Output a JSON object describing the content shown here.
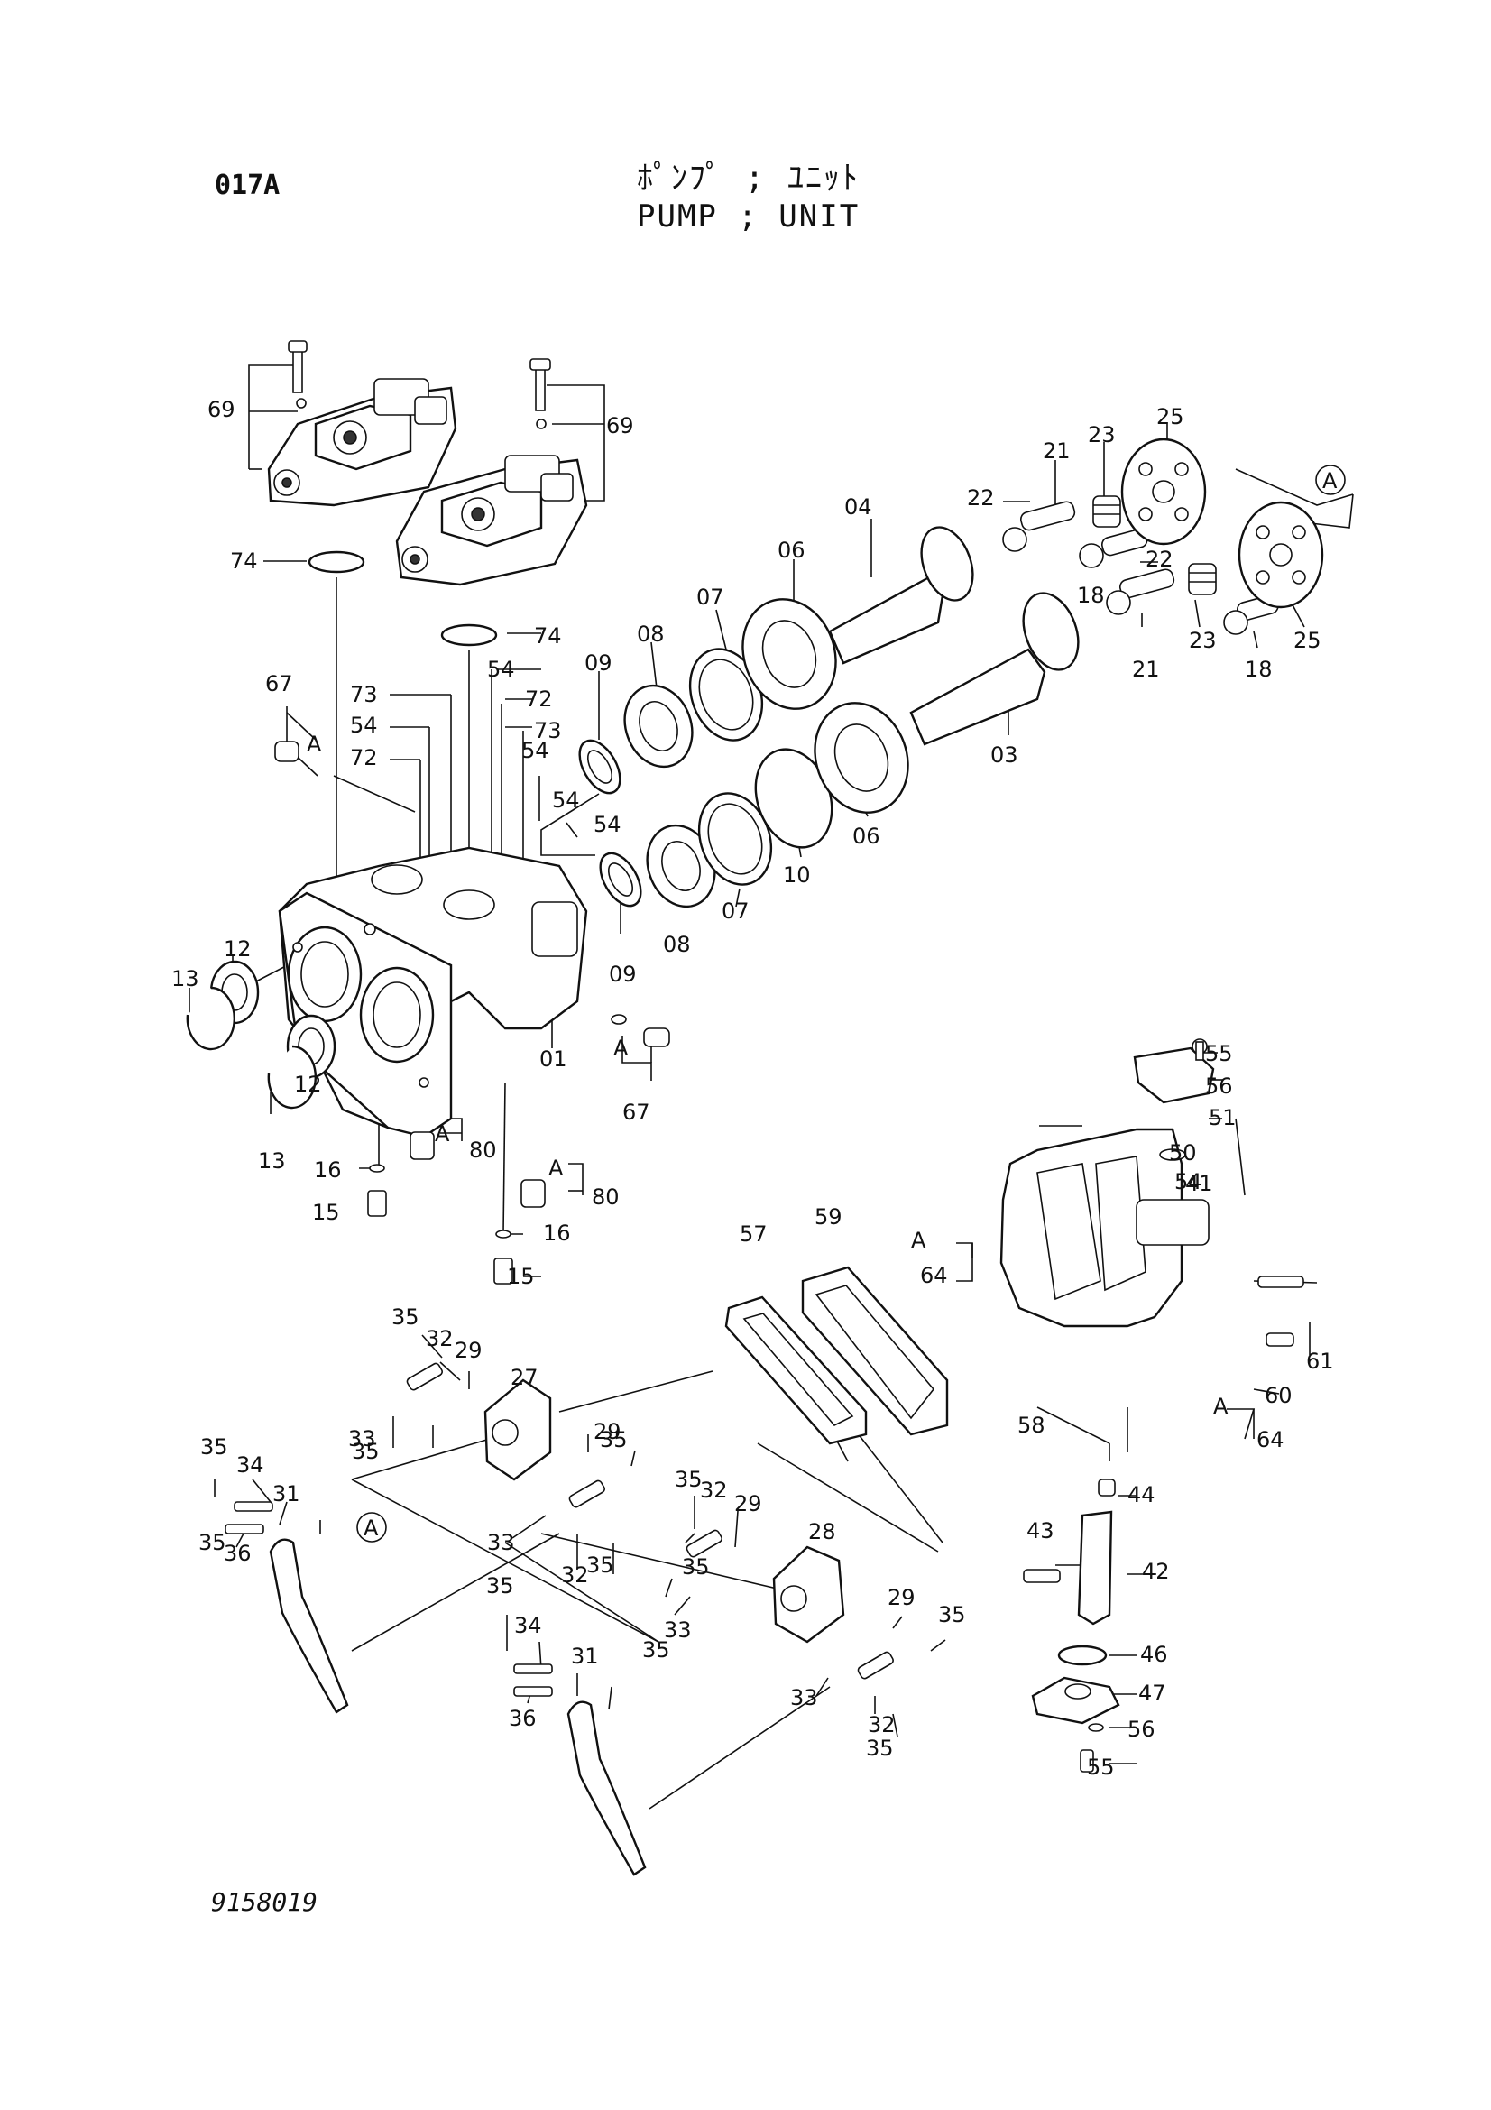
{
  "header": {
    "page_code": "017A",
    "title_jp": "ﾎﾟﾝﾌﾟ ; ﾕﾆｯﾄ",
    "title_en": "PUMP ; UNIT"
  },
  "footer": {
    "drawing_number": "9158019"
  },
  "ref_marker": "A",
  "callouts": [
    {
      "no": "69"
    },
    {
      "no": "69"
    },
    {
      "no": "74"
    },
    {
      "no": "74"
    },
    {
      "no": "67"
    },
    {
      "no": "67"
    },
    {
      "no": "73"
    },
    {
      "no": "73"
    },
    {
      "no": "72"
    },
    {
      "no": "72"
    },
    {
      "no": "54"
    },
    {
      "no": "54"
    },
    {
      "no": "54"
    },
    {
      "no": "54"
    },
    {
      "no": "54"
    },
    {
      "no": "54"
    },
    {
      "no": "04"
    },
    {
      "no": "03"
    },
    {
      "no": "06"
    },
    {
      "no": "06"
    },
    {
      "no": "07"
    },
    {
      "no": "07"
    },
    {
      "no": "08"
    },
    {
      "no": "08"
    },
    {
      "no": "09"
    },
    {
      "no": "09"
    },
    {
      "no": "10"
    },
    {
      "no": "21"
    },
    {
      "no": "21"
    },
    {
      "no": "22"
    },
    {
      "no": "22"
    },
    {
      "no": "23"
    },
    {
      "no": "23"
    },
    {
      "no": "25"
    },
    {
      "no": "25"
    },
    {
      "no": "18"
    },
    {
      "no": "18"
    },
    {
      "no": "01"
    },
    {
      "no": "12"
    },
    {
      "no": "12"
    },
    {
      "no": "13"
    },
    {
      "no": "13"
    },
    {
      "no": "16"
    },
    {
      "no": "16"
    },
    {
      "no": "15"
    },
    {
      "no": "15"
    },
    {
      "no": "80"
    },
    {
      "no": "80"
    },
    {
      "no": "55"
    },
    {
      "no": "55"
    },
    {
      "no": "56"
    },
    {
      "no": "56"
    },
    {
      "no": "51"
    },
    {
      "no": "50"
    },
    {
      "no": "41"
    },
    {
      "no": "64"
    },
    {
      "no": "64"
    },
    {
      "no": "61"
    },
    {
      "no": "60"
    },
    {
      "no": "58"
    },
    {
      "no": "57"
    },
    {
      "no": "59"
    },
    {
      "no": "27"
    },
    {
      "no": "28"
    },
    {
      "no": "29"
    },
    {
      "no": "29"
    },
    {
      "no": "29"
    },
    {
      "no": "29"
    },
    {
      "no": "32"
    },
    {
      "no": "32"
    },
    {
      "no": "32"
    },
    {
      "no": "32"
    },
    {
      "no": "33"
    },
    {
      "no": "33"
    },
    {
      "no": "33"
    },
    {
      "no": "33"
    },
    {
      "no": "35"
    },
    {
      "no": "35"
    },
    {
      "no": "35"
    },
    {
      "no": "35"
    },
    {
      "no": "35"
    },
    {
      "no": "35"
    },
    {
      "no": "35"
    },
    {
      "no": "35"
    },
    {
      "no": "35"
    },
    {
      "no": "35"
    },
    {
      "no": "35"
    },
    {
      "no": "35"
    },
    {
      "no": "34"
    },
    {
      "no": "34"
    },
    {
      "no": "31"
    },
    {
      "no": "31"
    },
    {
      "no": "36"
    },
    {
      "no": "36"
    },
    {
      "no": "44"
    },
    {
      "no": "43"
    },
    {
      "no": "42"
    },
    {
      "no": "46"
    },
    {
      "no": "47"
    }
  ]
}
